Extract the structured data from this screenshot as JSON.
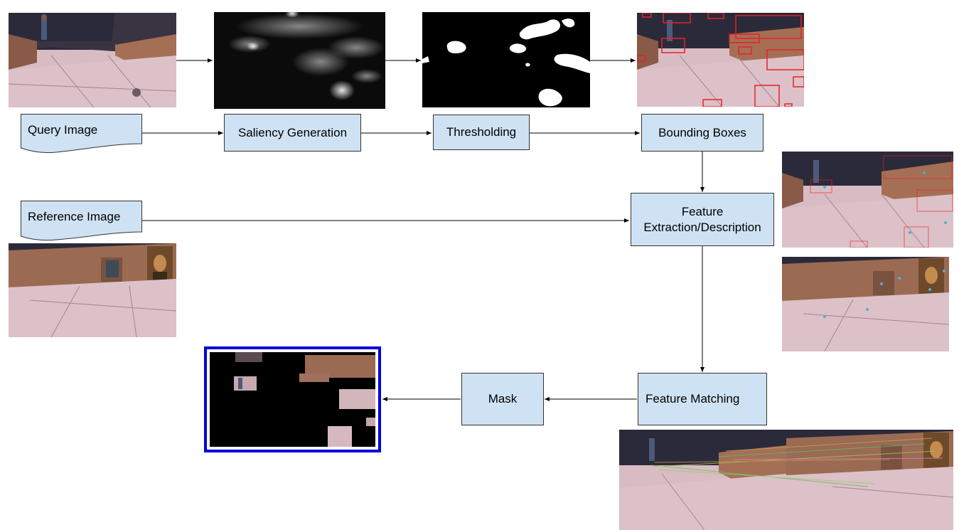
{
  "nodes": {
    "query_image": "Query Image",
    "saliency_generation": "Saliency Generation",
    "thresholding": "Thresholding",
    "bounding_boxes": "Bounding Boxes",
    "reference_image": "Reference Image",
    "feature_extraction": "Feature Extraction/Description",
    "feature_matching": "Feature Matching",
    "mask": "Mask"
  },
  "colors": {
    "node_fill": "#cfe2f3",
    "box_red": "#e8202a",
    "mask_border": "#0000dd",
    "carpet": "#d7b7bf",
    "boxes_wall": "#9b6a52"
  }
}
